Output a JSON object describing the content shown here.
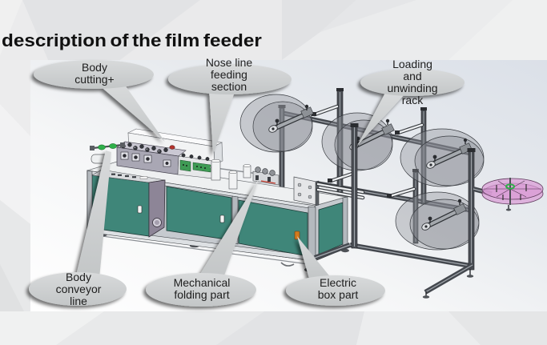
{
  "slide": {
    "title": "description of the film feeder"
  },
  "callouts": [
    {
      "lines": [
        "Body",
        "cutting+"
      ]
    },
    {
      "lines": [
        "Nose line",
        "feeding",
        "section"
      ]
    },
    {
      "lines": [
        "Loading",
        "and",
        "unwinding",
        "rack"
      ]
    },
    {
      "lines": [
        "Body",
        "conveyor",
        "line"
      ]
    },
    {
      "lines": [
        "Mechanical",
        "folding part"
      ]
    },
    {
      "lines": [
        "Electric",
        "box part"
      ]
    }
  ],
  "colors": {
    "title_text": "#111111",
    "callout_text": "#1e1e1e",
    "callout_fill_top": "#d8dadb",
    "callout_fill_bottom": "#c3c6c7",
    "panel_teal": "#3f8679",
    "control_box": "#8d8597",
    "reel_gray": "#8b8f95",
    "film_reel_pink": "#d99bd6",
    "indicator_orange": "#d27a1e",
    "pcb_green": "#3f9b55",
    "roller_green": "#2fb04a"
  }
}
